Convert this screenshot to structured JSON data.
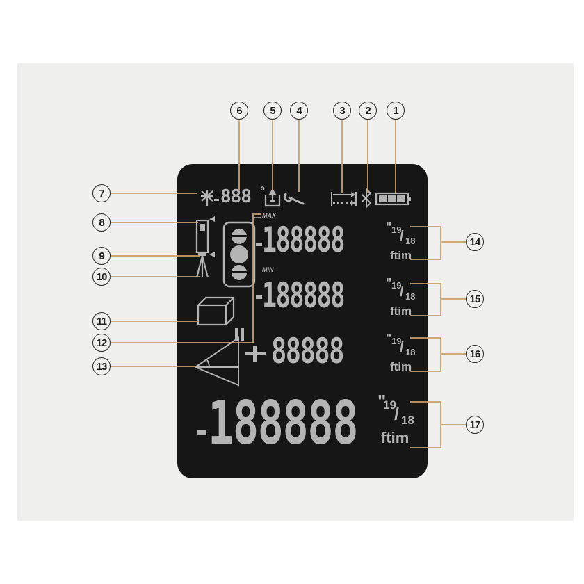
{
  "colors": {
    "background": "#efefed",
    "lcd_background": "#161616",
    "segment": "#b4b4b4",
    "leader_line": "#c8a068",
    "label_ring": "#2a2a2a"
  },
  "callouts": [
    {
      "id": "c1",
      "text": "1"
    },
    {
      "id": "c2",
      "text": "2"
    },
    {
      "id": "c3",
      "text": "3"
    },
    {
      "id": "c4",
      "text": "4"
    },
    {
      "id": "c5",
      "text": "5"
    },
    {
      "id": "c6",
      "text": "6"
    },
    {
      "id": "c7",
      "text": "7"
    },
    {
      "id": "c8",
      "text": "8"
    },
    {
      "id": "c9",
      "text": "9"
    },
    {
      "id": "c10",
      "text": "10"
    },
    {
      "id": "c11",
      "text": "11"
    },
    {
      "id": "c12",
      "text": "12"
    },
    {
      "id": "c13",
      "text": "13"
    },
    {
      "id": "c14",
      "text": "14"
    },
    {
      "id": "c15",
      "text": "15"
    },
    {
      "id": "c16",
      "text": "16"
    },
    {
      "id": "c17",
      "text": "17"
    }
  ],
  "lcd": {
    "temp_digits": "888",
    "degree": "°",
    "max_label": "MAX",
    "min_label": "MIN",
    "line1": "188888",
    "line2": "188888",
    "line3": "88888",
    "main": "188888",
    "inch_mark": "\"",
    "frac_top": "19",
    "frac_slash": "/",
    "frac_bottom": "18",
    "unit_label": "ftim",
    "minus": "-"
  },
  "icons": [
    "battery-icon",
    "bluetooth-icon",
    "continuous-measure-icon",
    "wrench-icon",
    "thermometer-icon",
    "laser-icon",
    "tripod-device-icon",
    "level-bubble-icon",
    "volume-box-icon",
    "angle-icon"
  ]
}
